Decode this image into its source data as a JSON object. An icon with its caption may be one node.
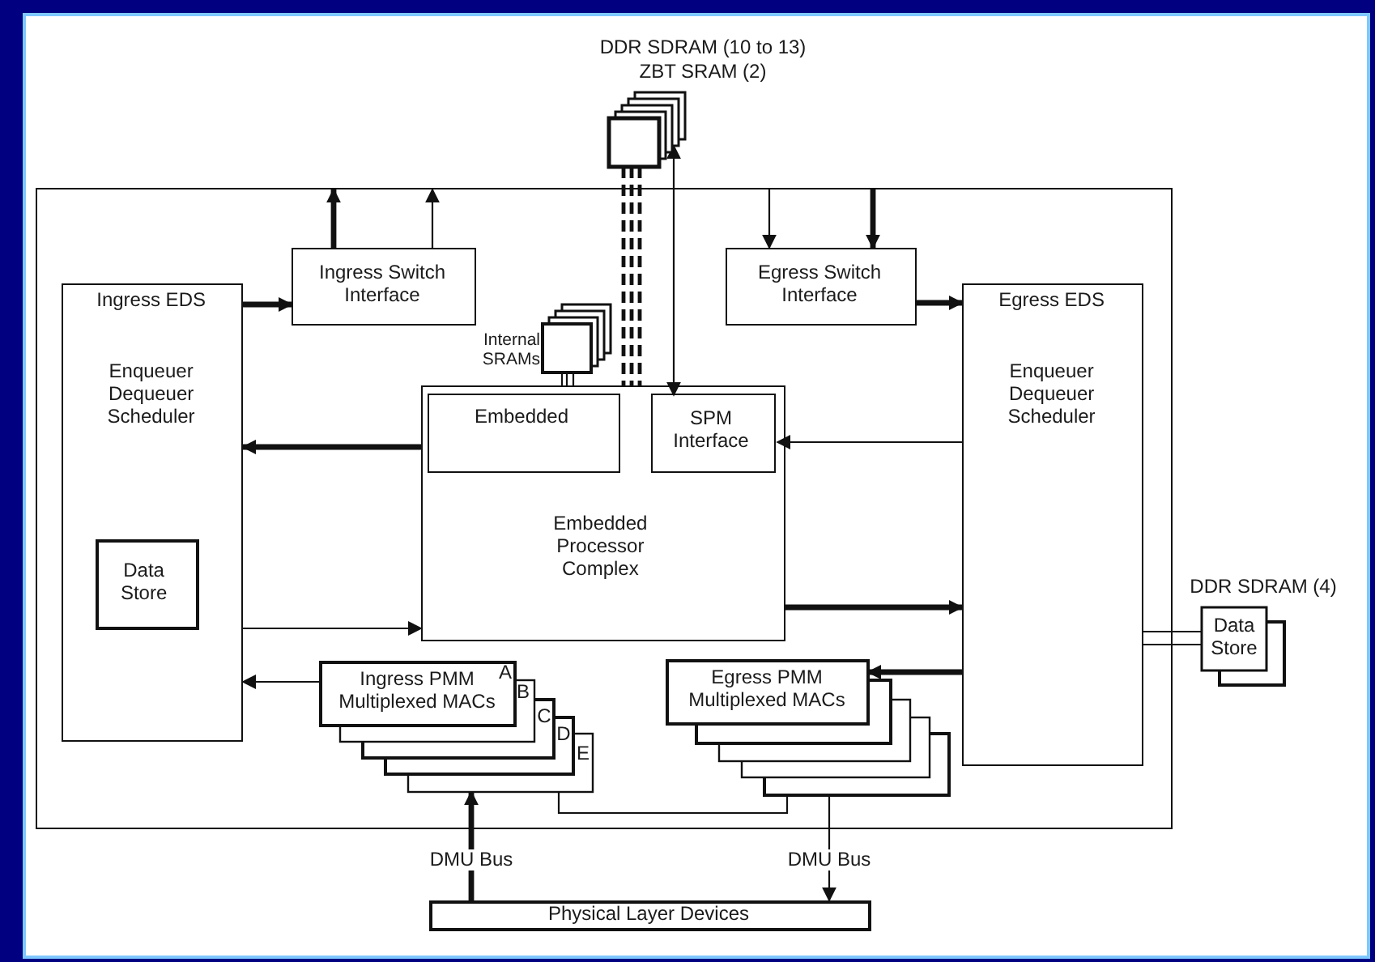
{
  "diagram": {
    "nodes": [
      {
        "text": [],
        "shape": "box"
      },
      {
        "text": [
          "DDR SDRAM (10 to 13)",
          "ZBT SRAM (2)"
        ]
      },
      {
        "text": [
          "Ingress Switch Interface"
        ],
        "in": 0
      },
      {
        "text": [
          "Egress Switch Interface"
        ],
        "in": 0
      },
      {
        "text": [
          "Ingress EDS",
          "Enqueuer Dequeuer Scheduler"
        ],
        "in": 0
      },
      {
        "text": [
          "Egress EDS",
          "Enqueuer Dequeuer Scheduler"
        ],
        "in": 0
      },
      {
        "text": [
          "Internal SRAMs"
        ],
        "in": 0
      },
      {
        "text": [
          "Embedded Processor Complex"
        ],
        "in": 0
      },
      {
        "text": [
          "Embedded"
        ],
        "in": 7
      },
      {
        "text": [
          "SPM Interface"
        ],
        "in": 7
      },
      {
        "text": [
          "Data Store"
        ],
        "in": 4
      },
      {
        "text": [
          "DDR SDRAM (4)",
          "Data Store"
        ]
      },
      {
        "text": [
          "Ingress PMM Multiplexed MACs"
        ],
        "in": 0
      },
      {
        "text": [
          "Egress PMM Multiplexed MACs"
        ],
        "in": 0
      },
      {
        "text": [
          "Physical Layer Devices"
        ]
      }
    ],
    "edges": [
      {
        "from": 4,
        "to": 2,
        "arrow": "to",
        "style": "thick"
      },
      {
        "from": 2,
        "to": null,
        "arrow": "to",
        "style": "thick"
      },
      {
        "from": 2,
        "to": null,
        "arrow": "to"
      },
      {
        "from": null,
        "to": 3,
        "arrow": "to"
      },
      {
        "from": null,
        "to": 3,
        "arrow": "to",
        "style": "thick"
      },
      {
        "from": 3,
        "to": 5,
        "arrow": "to",
        "style": "thick"
      },
      {
        "from": 1,
        "to": 9,
        "arrow": "both"
      },
      {
        "from": 1,
        "to": 7,
        "arrow": "none",
        "style": "dashed"
      },
      {
        "from": 6,
        "to": 7,
        "arrow": "none"
      },
      {
        "from": 7,
        "to": 4,
        "arrow": "to",
        "style": "thick"
      },
      {
        "from": 5,
        "to": 9,
        "arrow": "to"
      },
      {
        "from": 4,
        "to": 7,
        "arrow": "to"
      },
      {
        "from": 7,
        "to": 5,
        "arrow": "to",
        "style": "thick"
      },
      {
        "from": 12,
        "to": 4,
        "arrow": "to"
      },
      {
        "from": 5,
        "to": 13,
        "arrow": "to",
        "style": "thick"
      },
      {
        "from": 5,
        "to": 11,
        "arrow": "none"
      },
      {
        "from": 14,
        "to": 12,
        "arrow": "to",
        "label": "DMU Bus",
        "style": "thick"
      },
      {
        "from": 13,
        "to": 14,
        "arrow": "to",
        "label": "DMU Bus"
      },
      {
        "from": 12,
        "to": 13,
        "arrow": "none"
      }
    ],
    "labels": [
      "A",
      "B",
      "C",
      "D",
      "E"
    ]
  }
}
